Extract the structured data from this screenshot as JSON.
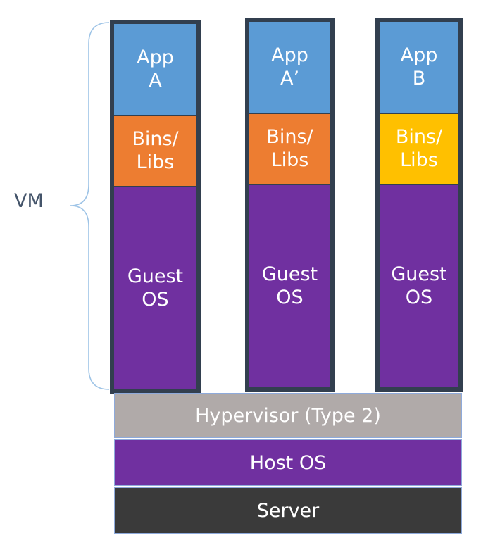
{
  "vm_label": "VM",
  "colors": {
    "app": "#5b9bd5",
    "libs_orange": "#ed7d31",
    "libs_yellow": "#ffc000",
    "guest_os": "#7030a0",
    "hypervisor": "#b0aaa9",
    "host_os": "#7030a0",
    "server": "#3a3a3a",
    "column_border": "#323f4f",
    "brace": "#9dc3e6"
  },
  "vms": [
    {
      "app": "App\nA",
      "libs": "Bins/\nLibs",
      "guest_os": "Guest\nOS"
    },
    {
      "app": "App\nA’",
      "libs": "Bins/\nLibs",
      "guest_os": "Guest\nOS"
    },
    {
      "app": "App\nB",
      "libs": "Bins/\nLibs",
      "guest_os": "Guest\nOS"
    }
  ],
  "hypervisor": "Hypervisor (Type 2)",
  "host_os": "Host OS",
  "server": "Server"
}
